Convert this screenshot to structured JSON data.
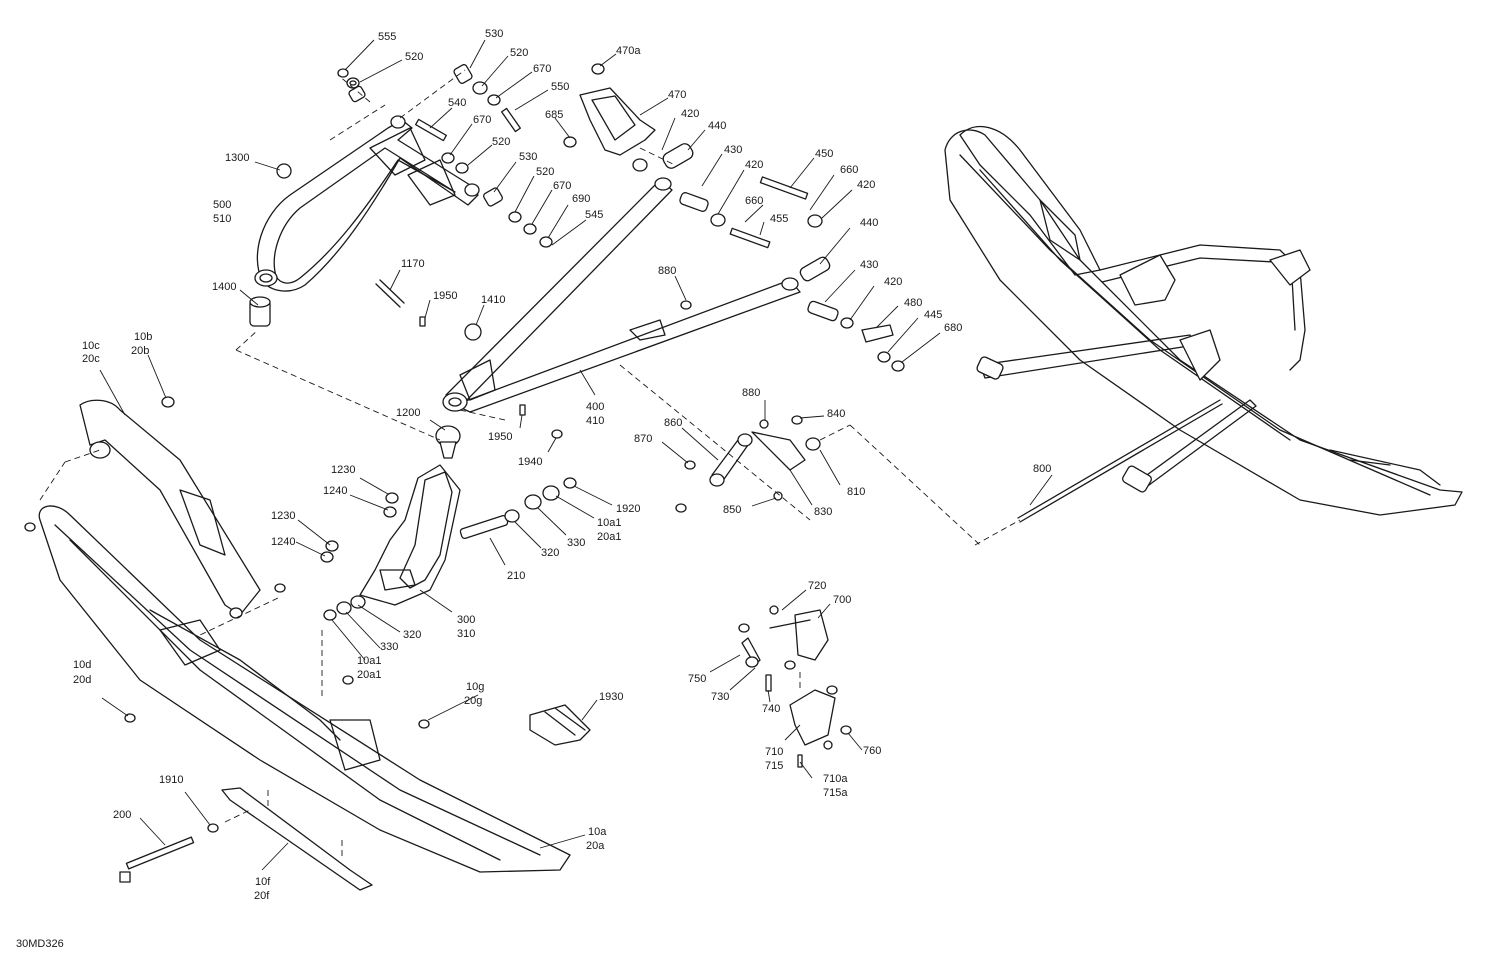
{
  "diagram": {
    "code": "30MD326",
    "callouts": {
      "c555": "555",
      "c520a": "520",
      "c530a": "530",
      "c520b": "520",
      "c670a": "670",
      "c470a": "470a",
      "c550": "550",
      "c470": "470",
      "c540": "540",
      "c670b": "670",
      "c685": "685",
      "c420a": "420",
      "c520c": "520",
      "c440a": "440",
      "c1300": "1300",
      "c530b": "530",
      "c520d": "520",
      "c430a": "430",
      "c450": "450",
      "c670c": "670",
      "c420b": "420",
      "c660a": "660",
      "c500": "500",
      "c510": "510",
      "c690": "690",
      "c420c": "420",
      "c545": "545",
      "c660b": "660",
      "c455": "455",
      "c440b": "440",
      "c1170": "1170",
      "c880a": "880",
      "c430b": "430",
      "c1400": "1400",
      "c1950a": "1950",
      "c1410": "1410",
      "c420d": "420",
      "c480": "480",
      "c445": "445",
      "c680": "680",
      "c10c": "10c",
      "c20c": "20c",
      "c10b": "10b",
      "c20b": "20b",
      "c400": "400",
      "c410": "410",
      "c880b": "880",
      "c840": "840",
      "c1200": "1200",
      "c1950b": "1950",
      "c860": "860",
      "c870": "870",
      "c1940": "1940",
      "c810": "810",
      "c1230a": "1230",
      "c1240a": "1240",
      "c1920": "1920",
      "c850": "850",
      "c830": "830",
      "c800": "800",
      "c10a1a": "10a1",
      "c20a1a": "20a1",
      "c1230b": "1230",
      "c330a": "330",
      "c1240b": "1240",
      "c320a": "320",
      "c210": "210",
      "c300": "300",
      "c310": "310",
      "c320b": "320",
      "c720": "720",
      "c700": "700",
      "c330b": "330",
      "c10a1b": "10a1",
      "c20a1b": "20a1",
      "c750": "750",
      "c730": "730",
      "c740": "740",
      "c10d": "10d",
      "c20d": "20d",
      "c10g": "10g",
      "c20g": "20g",
      "c1930": "1930",
      "c710": "710",
      "c715": "715",
      "c760": "760",
      "c710a": "710a",
      "c715a": "715a",
      "c1910": "1910",
      "c200": "200",
      "c10a": "10a",
      "c20a": "20a",
      "c10f": "10f",
      "c20f": "20f"
    }
  }
}
